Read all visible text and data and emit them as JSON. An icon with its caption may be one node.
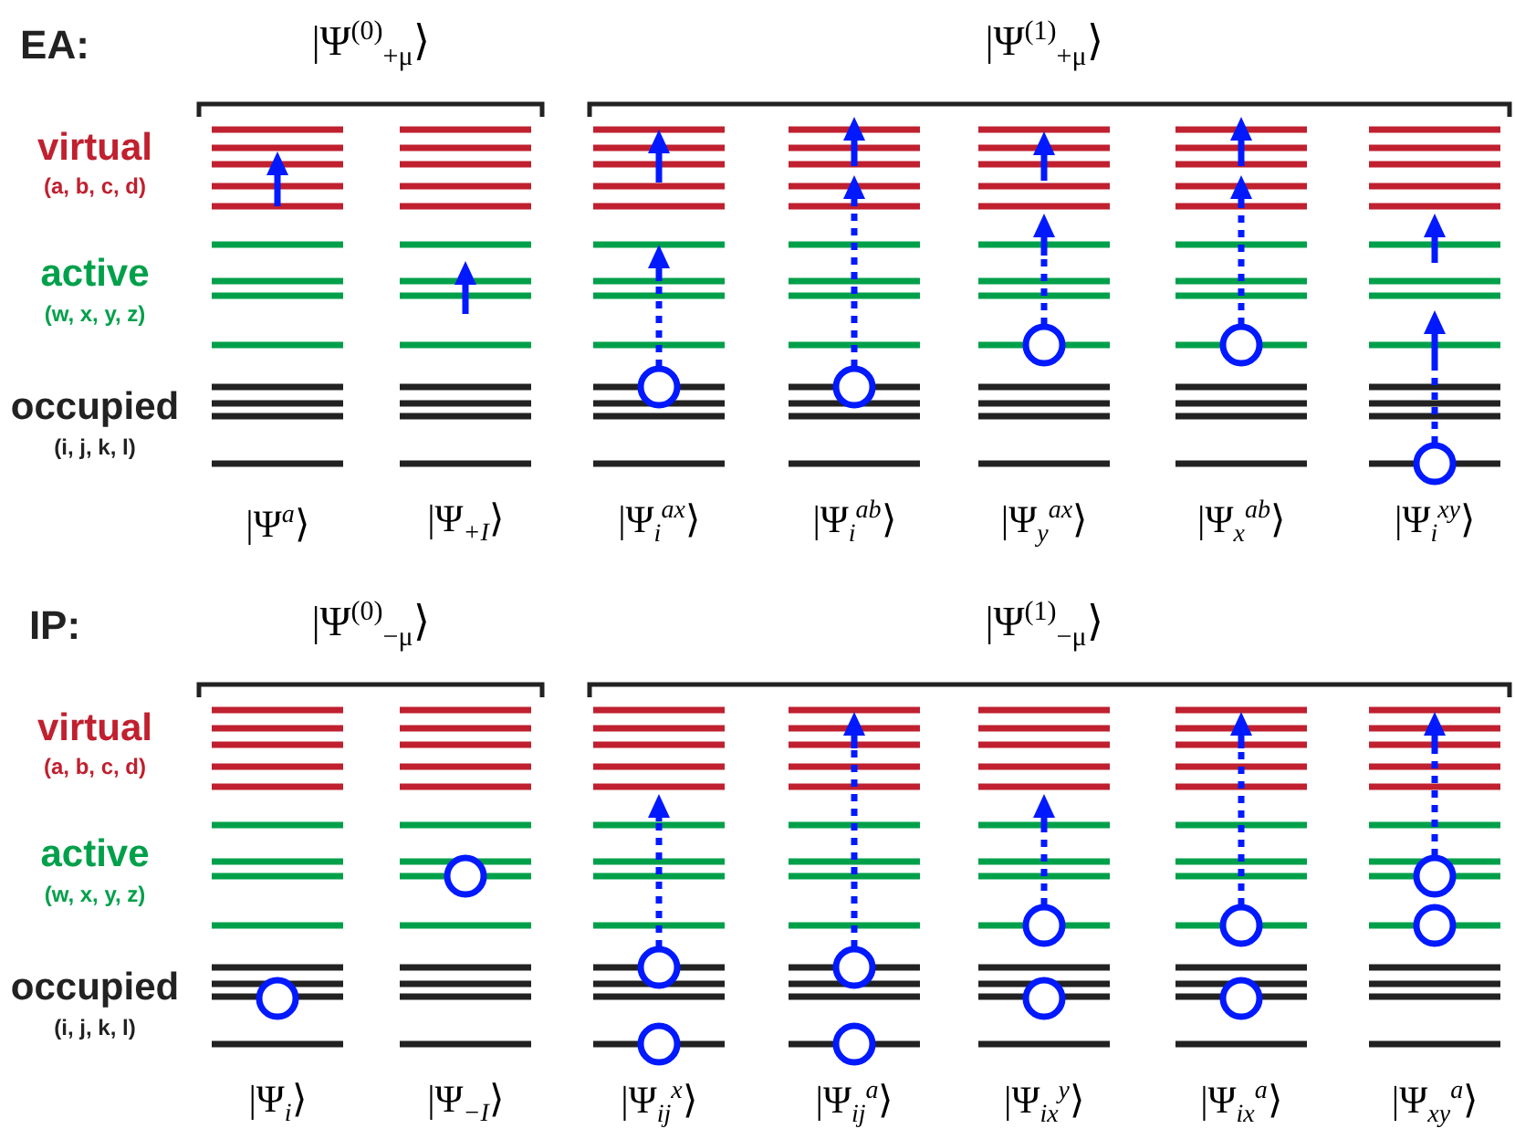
{
  "diagram": {
    "labels": [
      "EA:",
      "|Ψ$^{(0)}$$_{+μ}$⟩",
      "|Ψ$^{(1)}$$_{+μ}$⟩",
      "virtual",
      "(a, b, c, d)",
      "active",
      "(w, x, y, z)",
      "occupied",
      "(i, j, k, l)",
      "|Ψ$^{a}$⟩",
      "|Ψ$_{+I}$⟩",
      "|Ψ$_{i}$$^{ax}$⟩",
      "|Ψ$_{i}$$^{ab}$⟩",
      "|Ψ$_{y}$$^{ax}$⟩",
      "|Ψ$_{x}$$^{ab}$⟩",
      "|Ψ$_{i}$$^{xy}$⟩",
      "IP:",
      "|Ψ$^{(0)}$$_{−μ}$⟩",
      "|Ψ$^{(1)}$$_{−μ}$⟩",
      "virtual",
      "(a, b, c, d)",
      "active",
      "(w, x, y, z)",
      "occupied",
      "(i, j, k, l)",
      "|Ψ$_{i}$⟩",
      "|Ψ$_{−I}$⟩",
      "|Ψ$_{ij}$$^{x}$⟩",
      "|Ψ$_{ij}$$^{a}$⟩",
      "|Ψ$_{ix}$$^{y}$⟩",
      "|Ψ$_{ix}$$^{a}$⟩",
      "|Ψ$_{xy}$$^{a}$⟩"
    ]
  }
}
